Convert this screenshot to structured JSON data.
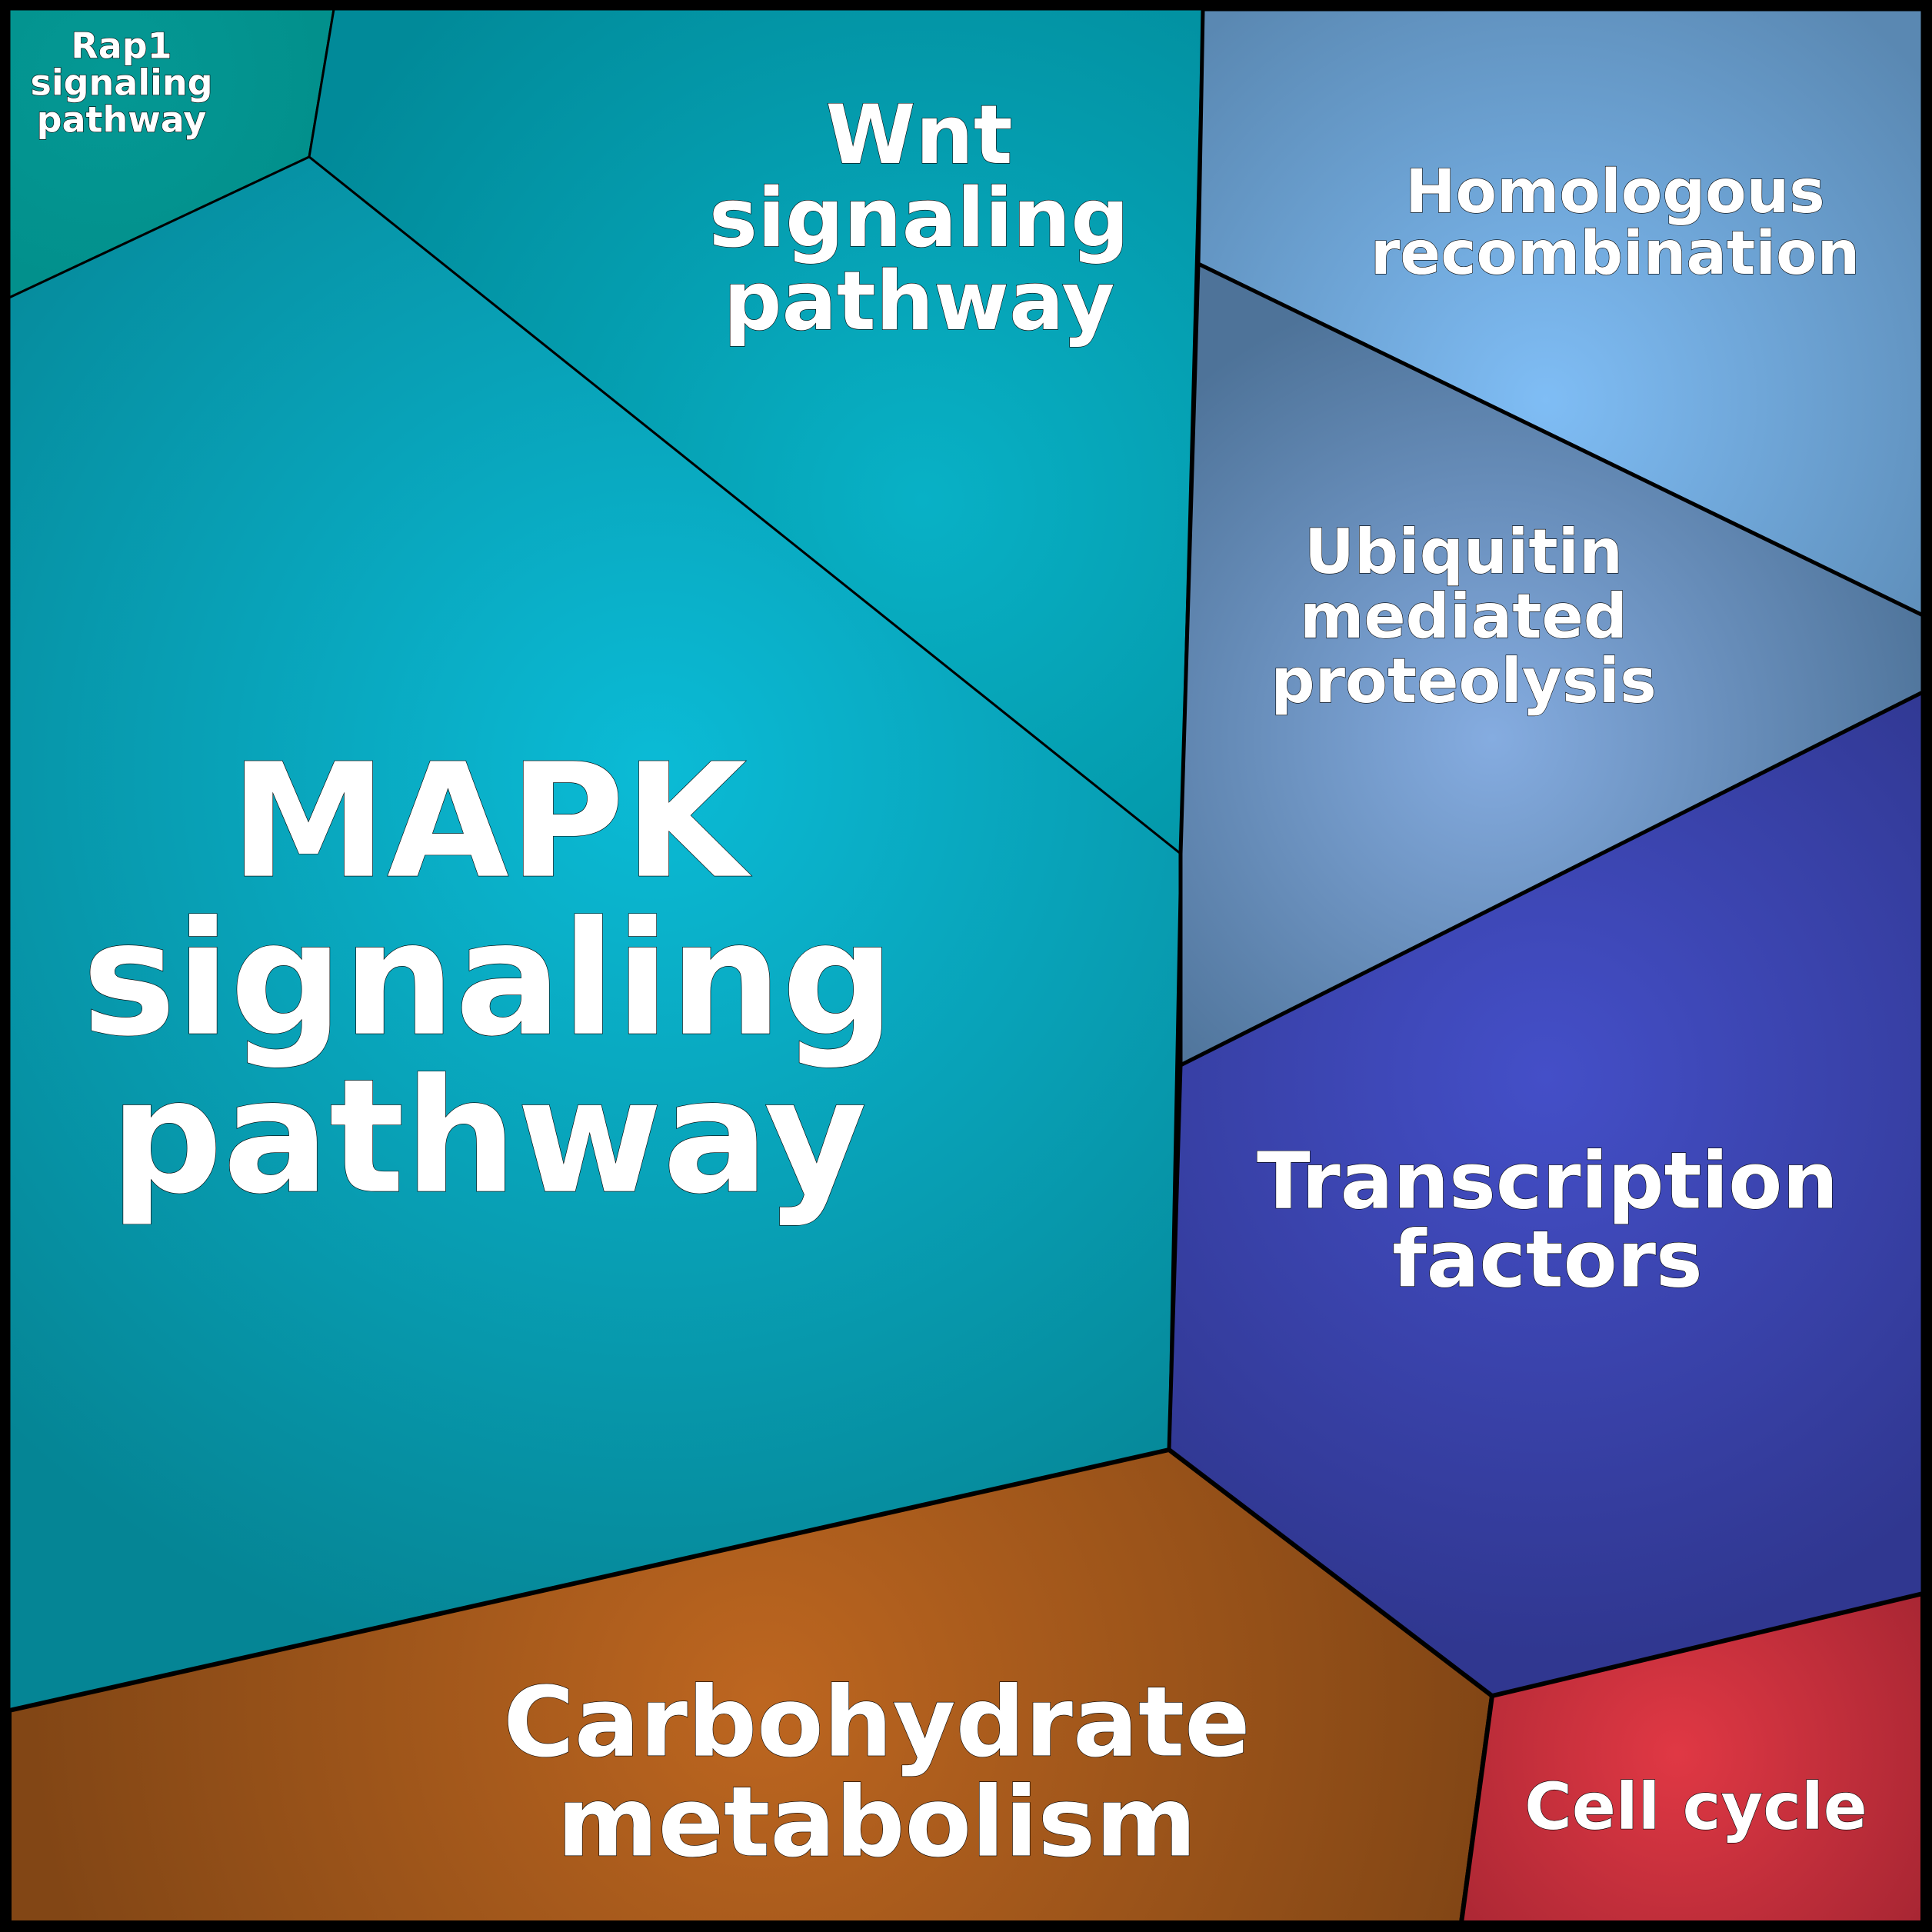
{
  "title": "Pathway Voronoi treemap",
  "regions": [
    {
      "id": "rap1",
      "name": "Rap1 signaling pathway",
      "lines": [
        "Rap1",
        "signaling",
        "pathway"
      ],
      "color": "#018a86",
      "center_color": "#049894"
    },
    {
      "id": "wnt",
      "name": "Wnt signaling pathway",
      "lines": [
        "Wnt",
        "signaling",
        "pathway"
      ],
      "color": "#018a99",
      "center_color": "#08b1c6"
    },
    {
      "id": "mapk",
      "name": "MAPK signaling pathway",
      "lines": [
        "MAPK",
        "signaling",
        "pathway"
      ],
      "color": "#058595",
      "center_color": "#0bbbd6"
    },
    {
      "id": "homologous",
      "name": "Homologous recombination",
      "lines": [
        "Homologous",
        "recombination"
      ],
      "color": "#5a88b2",
      "center_color": "#7fbdf5"
    },
    {
      "id": "ubiquitin",
      "name": "Ubiquitin mediated proteolysis",
      "lines": [
        "Ubiquitin",
        "mediated",
        "proteolysis"
      ],
      "color": "#4e7399",
      "center_color": "#85ace0"
    },
    {
      "id": "transcription",
      "name": "Transcription factors",
      "lines": [
        "Transcription",
        "factors"
      ],
      "color": "#303790",
      "center_color": "#444fc8"
    },
    {
      "id": "carbohydrate",
      "name": "Carbohydrate metabolism",
      "lines": [
        "Carbohydrate",
        "metabolism"
      ],
      "color": "#824615",
      "center_color": "#bd6620"
    },
    {
      "id": "cellcycle",
      "name": "Cell cycle",
      "lines": [
        "Cell cycle"
      ],
      "color": "#9e2330",
      "center_color": "#e03844"
    }
  ]
}
